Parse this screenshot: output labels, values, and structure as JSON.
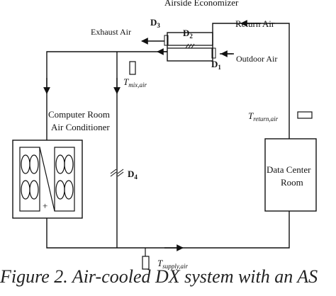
{
  "title": "Airside Economizer",
  "flow_labels": {
    "exhaust_air": "Exhaust Air",
    "return_air": "Return Air",
    "outdoor_air": "Outdoor Air"
  },
  "dampers": {
    "d1": {
      "letter": "D",
      "num": "1"
    },
    "d2": {
      "letter": "D",
      "num": "2"
    },
    "d3": {
      "letter": "D",
      "num": "3"
    },
    "d4": {
      "letter": "D",
      "num": "4"
    }
  },
  "sensors": {
    "mix": {
      "sym": "T",
      "sub": "mix,air"
    },
    "ret": {
      "sym": "T",
      "sub": "return,air"
    },
    "sup": {
      "sym": "T",
      "sub": "supply,air"
    }
  },
  "crac": {
    "line1": "Computer Room",
    "line2": "Air Conditioner",
    "plus": "+"
  },
  "room": {
    "line1": "Data Center",
    "line2": "Room"
  },
  "caption": "Figure 2. Air-cooled DX system with an AS"
}
